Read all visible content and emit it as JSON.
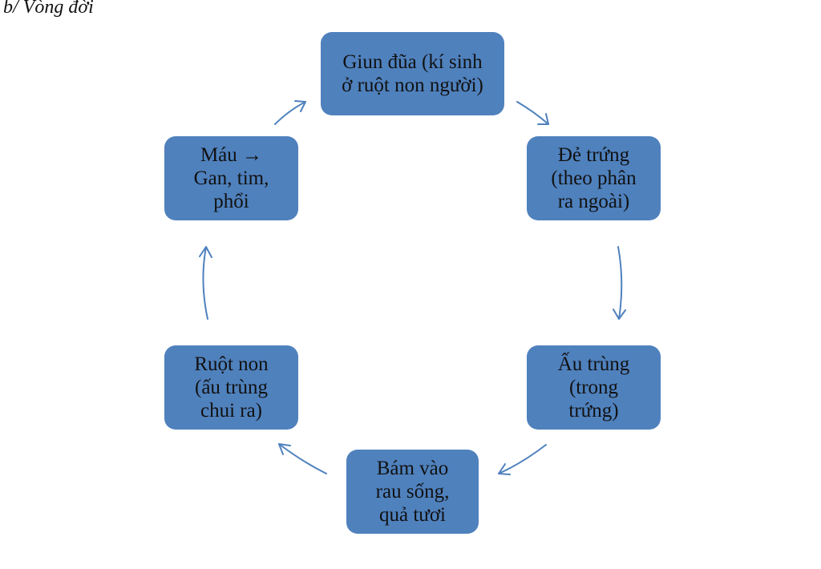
{
  "heading": "b/ Vòng đời",
  "colors": {
    "node_fill": "#4f81bd",
    "arrow": "#4f81bd"
  },
  "nodes": [
    {
      "id": "giun-dua",
      "lines": [
        "Giun đũa (kí sinh",
        "ở ruột non người)"
      ]
    },
    {
      "id": "de-trung",
      "lines": [
        "Đẻ trứng",
        "(theo phân",
        "ra ngoài)"
      ]
    },
    {
      "id": "au-trung-trong-trung",
      "lines": [
        "Ấu trùng",
        "(trong",
        "trứng)"
      ]
    },
    {
      "id": "bam-vao-rau",
      "lines": [
        "Bám vào",
        "rau sống,",
        "quả tươi"
      ]
    },
    {
      "id": "ruot-non",
      "lines": [
        "Ruột non",
        "(ấu trùng",
        "chui ra)"
      ]
    },
    {
      "id": "mau-gan-tim-phoi",
      "lines": [
        "Máu →",
        "Gan, tim,",
        "phổi"
      ]
    }
  ],
  "edges": [
    {
      "from": "giun-dua",
      "to": "de-trung"
    },
    {
      "from": "de-trung",
      "to": "au-trung-trong-trung"
    },
    {
      "from": "au-trung-trong-trung",
      "to": "bam-vao-rau"
    },
    {
      "from": "bam-vao-rau",
      "to": "ruot-non"
    },
    {
      "from": "ruot-non",
      "to": "mau-gan-tim-phoi"
    },
    {
      "from": "mau-gan-tim-phoi",
      "to": "giun-dua"
    }
  ]
}
